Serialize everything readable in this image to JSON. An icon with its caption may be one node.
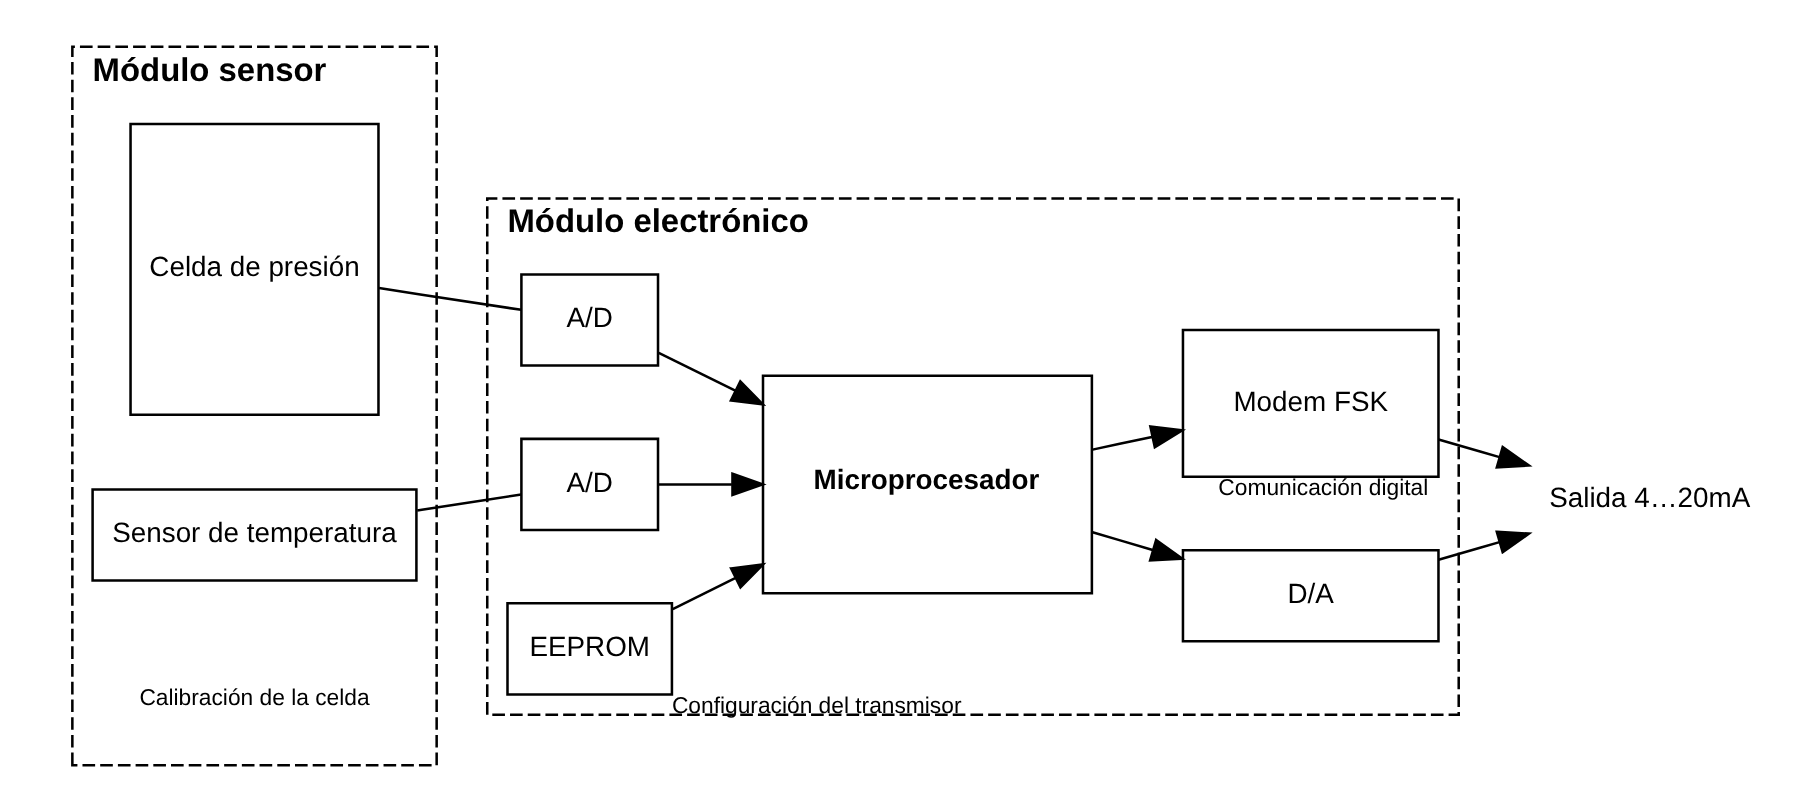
{
  "diagram": {
    "nodes": [
      {
        "text": [
          "Módulo sensor"
        ]
      },
      {
        "text": [
          "Celda de presión"
        ],
        "in": 0
      },
      {
        "text": [
          "Sensor de temperatura"
        ],
        "in": 0
      },
      {
        "text": [
          "Módulo electrónico"
        ]
      },
      {
        "text": [
          "A/D"
        ],
        "in": 3
      },
      {
        "text": [
          "A/D"
        ],
        "in": 3
      },
      {
        "text": [
          "Microprocesador"
        ],
        "in": 3
      },
      {
        "text": [
          "EEPROM"
        ],
        "in": 3,
        "beside": [
          "Configuración del transmisor"
        ]
      },
      {
        "text": [
          "D/A"
        ],
        "in": 3
      },
      {
        "text": [
          "Modem FSK"
        ],
        "in": 3,
        "beside": [
          "Comunicación digital"
        ]
      },
      {
        "text": [
          "Salida 4…20mA"
        ]
      }
    ],
    "edges": [
      {
        "from": 1,
        "to": 4,
        "arrow": "none"
      },
      {
        "from": 2,
        "to": 5,
        "arrow": "none"
      },
      {
        "from": 4,
        "to": 6,
        "arrow": "to"
      },
      {
        "from": 5,
        "to": 6,
        "arrow": "to"
      },
      {
        "from": 7,
        "to": 6,
        "arrow": "to"
      },
      {
        "from": 6,
        "to": 8,
        "arrow": "to"
      },
      {
        "from": 6,
        "to": 9,
        "arrow": "to"
      },
      {
        "from": 8,
        "to": 10,
        "arrow": "to"
      },
      {
        "from": 9,
        "to": 10,
        "arrow": "to"
      }
    ],
    "labels": [
      "Calibración de la celda"
    ]
  }
}
